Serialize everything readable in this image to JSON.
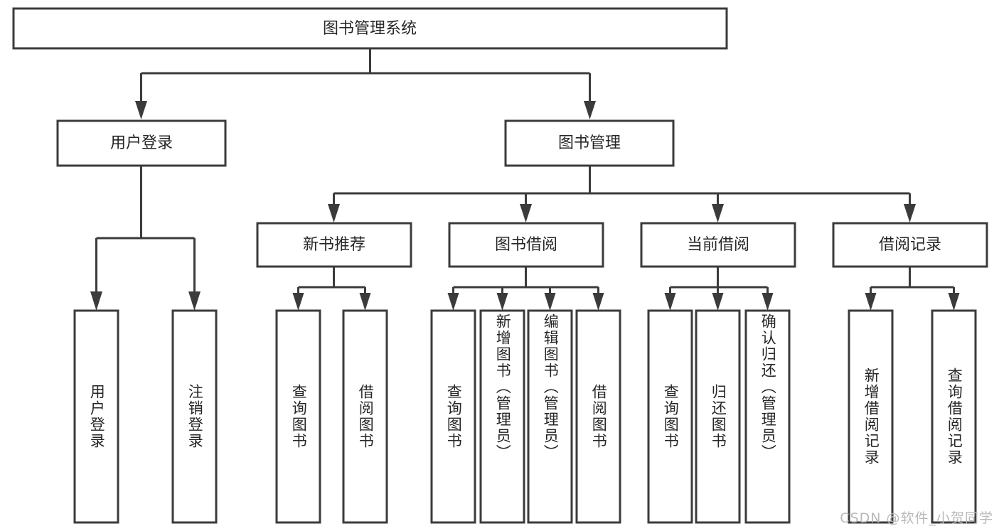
{
  "diagram": {
    "type": "tree",
    "title": "图书管理系统",
    "root": {
      "id": "root",
      "label": "图书管理系统"
    },
    "level2": [
      {
        "id": "user-login",
        "label": "用户登录"
      },
      {
        "id": "book-management",
        "label": "图书管理"
      }
    ],
    "level3": [
      {
        "id": "new-book-recommend",
        "label": "新书推荐",
        "parent": "book-management"
      },
      {
        "id": "book-borrow",
        "label": "图书借阅",
        "parent": "book-management"
      },
      {
        "id": "current-borrow",
        "label": "当前借阅",
        "parent": "book-management"
      },
      {
        "id": "borrow-record",
        "label": "借阅记录",
        "parent": "book-management"
      }
    ],
    "leaves": [
      {
        "id": "leaf-user-login",
        "label": "用户登录",
        "parent": "user-login"
      },
      {
        "id": "leaf-logout-login",
        "label": "注销登录",
        "parent": "user-login"
      },
      {
        "id": "leaf-query-book-1",
        "label": "查询图书",
        "parent": "new-book-recommend"
      },
      {
        "id": "leaf-borrow-book-1",
        "label": "借阅图书",
        "parent": "new-book-recommend"
      },
      {
        "id": "leaf-query-book-2",
        "label": "查询图书",
        "parent": "book-borrow"
      },
      {
        "id": "leaf-add-book",
        "label": "新增图书（管理员）",
        "parent": "book-borrow"
      },
      {
        "id": "leaf-edit-book",
        "label": "编辑图书（管理员）",
        "parent": "book-borrow"
      },
      {
        "id": "leaf-borrow-book-2",
        "label": "借阅图书",
        "parent": "book-borrow"
      },
      {
        "id": "leaf-query-book-3",
        "label": "查询图书",
        "parent": "current-borrow"
      },
      {
        "id": "leaf-return-book",
        "label": "归还图书",
        "parent": "current-borrow"
      },
      {
        "id": "leaf-confirm-return",
        "label": "确认归还（管理员）",
        "parent": "current-borrow"
      },
      {
        "id": "leaf-add-record",
        "label": "新增借阅记录",
        "parent": "borrow-record"
      },
      {
        "id": "leaf-query-record",
        "label": "查询借阅记录",
        "parent": "borrow-record"
      }
    ],
    "colors": {
      "stroke": "#3b3b3b",
      "fill": "#ffffff",
      "text": "#262626",
      "watermark": "#b9b9b9"
    }
  },
  "watermark": {
    "text": "CSDN @软件_小贺同学"
  }
}
